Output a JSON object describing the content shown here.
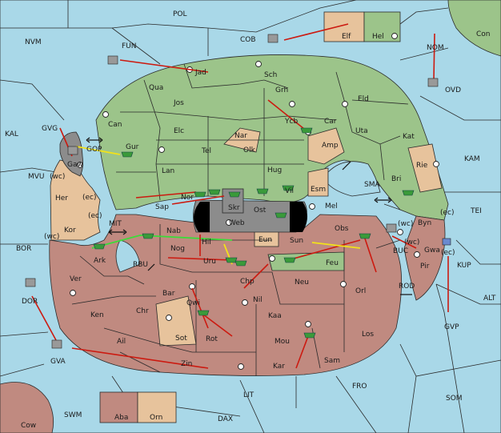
{
  "board": {
    "sea_color": "#a9d8e8",
    "power_colors": {
      "green": "#9cc48a",
      "red": "#c08a80",
      "tan": "#e7c39c",
      "grey": "#8c8c8c"
    },
    "order_colors": {
      "move": "#cc1a10",
      "support": "#f2e21a",
      "convoy": "#3ddb3a"
    }
  },
  "labels": {
    "POL": "POL",
    "NVM": "NVM",
    "FUN": "FUN",
    "COB": "COB",
    "Elf": "Elf",
    "Hel": "Hel",
    "Con": "Con",
    "NOM": "NOM",
    "OVD": "OVD",
    "Jad": "Jad",
    "Sch": "Sch",
    "Qua": "Qua",
    "Grh": "Grh",
    "Eld": "Eld",
    "Jos": "Jos",
    "Can": "Can",
    "KAL": "KAL",
    "GVG": "GVG",
    "Ycb": "Ycb",
    "Car": "Car",
    "Uta": "Uta",
    "Kat": "Kat",
    "Elc": "Elc",
    "Nar": "Nar",
    "Gaw": "Gaw",
    "GOP": "GOP",
    "Tel": "Tel",
    "Olk": "Olk",
    "Amp": "Amp",
    "KAM": "KAM",
    "Gur": "Gur",
    "Lan": "Lan",
    "Hug": "Hug",
    "Rie": "Rie",
    "Bri": "Bri",
    "MVU": "MVU",
    "Her": "Her",
    "wc1": "(wc)",
    "ec1": "(ec)",
    "Nor": "Nor",
    "Skr": "Skr",
    "Vil": "Vil",
    "Esm": "Esm",
    "SMA": "SMA",
    "Sap": "Sap",
    "Ost": "Ost",
    "Mel": "Mel",
    "Web": "Web",
    "Byn": "Byn",
    "ec2": "(ec)",
    "TEI": "TEI",
    "Kor": "Kor",
    "ec3": "(ec)",
    "MIT": "MIT",
    "Nab": "Nab",
    "Obs": "Obs",
    "wc2": "(wc)",
    "BOR": "BOR",
    "wc3": "(wc)",
    "Eun": "Eun",
    "Sun": "Sun",
    "Hil": "Hil",
    "wc4": "(wc)",
    "BUC": "BUC",
    "Gwa": "Gwa",
    "Ark": "Ark",
    "RBU": "RBU",
    "Nog": "Nog",
    "Uru": "Uru",
    "Feu": "Feu",
    "Pir": "Pir",
    "ec4": "(ec)",
    "KUP": "KUP",
    "Ver": "Ver",
    "Chp": "Chp",
    "Neu": "Neu",
    "Orl": "Orl",
    "DOR": "DOR",
    "Bar": "Bar",
    "Qwi": "Qwi",
    "Nil": "Nil",
    "ROD": "ROD",
    "ALT": "ALT",
    "Ken": "Ken",
    "Chr": "Chr",
    "Kaa": "Kaa",
    "GVP": "GVP",
    "Sot": "Sot",
    "Rot": "Rot",
    "Los": "Los",
    "Ail": "Ail",
    "Mou": "Mou",
    "GVA": "GVA",
    "Zin": "Zin",
    "Sam": "Sam",
    "Kar": "Kar",
    "FRO": "FRO",
    "LIT": "LIT",
    "SOM": "SOM",
    "SWM": "SWM",
    "Aba": "Aba",
    "Orn": "Orn",
    "DAX": "DAX",
    "Cow": "Cow"
  }
}
